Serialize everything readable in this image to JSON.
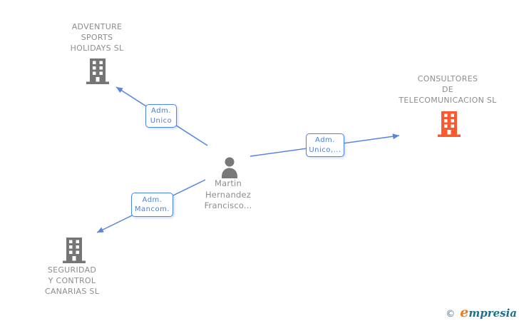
{
  "person": {
    "name_lines": [
      "Martin",
      "Hernandez",
      "Francisco..."
    ]
  },
  "companies": [
    {
      "id": "adventure",
      "name_lines": [
        "ADVENTURE",
        "SPORTS",
        "HOLIDAYS SL"
      ],
      "icon_color": "#757575"
    },
    {
      "id": "consultores",
      "name_lines": [
        "CONSULTORES",
        "DE",
        "TELECOMUNICACION SL"
      ],
      "icon_color": "#fb5a2e"
    },
    {
      "id": "seguridad",
      "name_lines": [
        "SEGURIDAD",
        "Y CONTROL",
        "CANARIAS SL"
      ],
      "icon_color": "#757575"
    }
  ],
  "relationships": [
    {
      "from": "person",
      "to": "adventure",
      "label_lines": [
        "Adm.",
        "Unico"
      ]
    },
    {
      "from": "person",
      "to": "consultores",
      "label_lines": [
        "Adm.",
        "Unico,..."
      ]
    },
    {
      "from": "person",
      "to": "seguridad",
      "label_lines": [
        "Adm.",
        "Mancom."
      ]
    }
  ],
  "colors": {
    "edge_blue": "#5585e0",
    "label_border_blue": "#4a86e8",
    "label_text_blue": "#4a7fd4",
    "node_icon_gray": "#757575",
    "node_text_gray": "#8d8d8d",
    "company_icon_orange": "#fb5a2e",
    "brand_orange": "#ef7d1a",
    "brand_teal": "#1d6f8d"
  },
  "watermark": {
    "copyright_symbol": "©",
    "brand_initial": "e",
    "brand_rest": "mpresia"
  }
}
